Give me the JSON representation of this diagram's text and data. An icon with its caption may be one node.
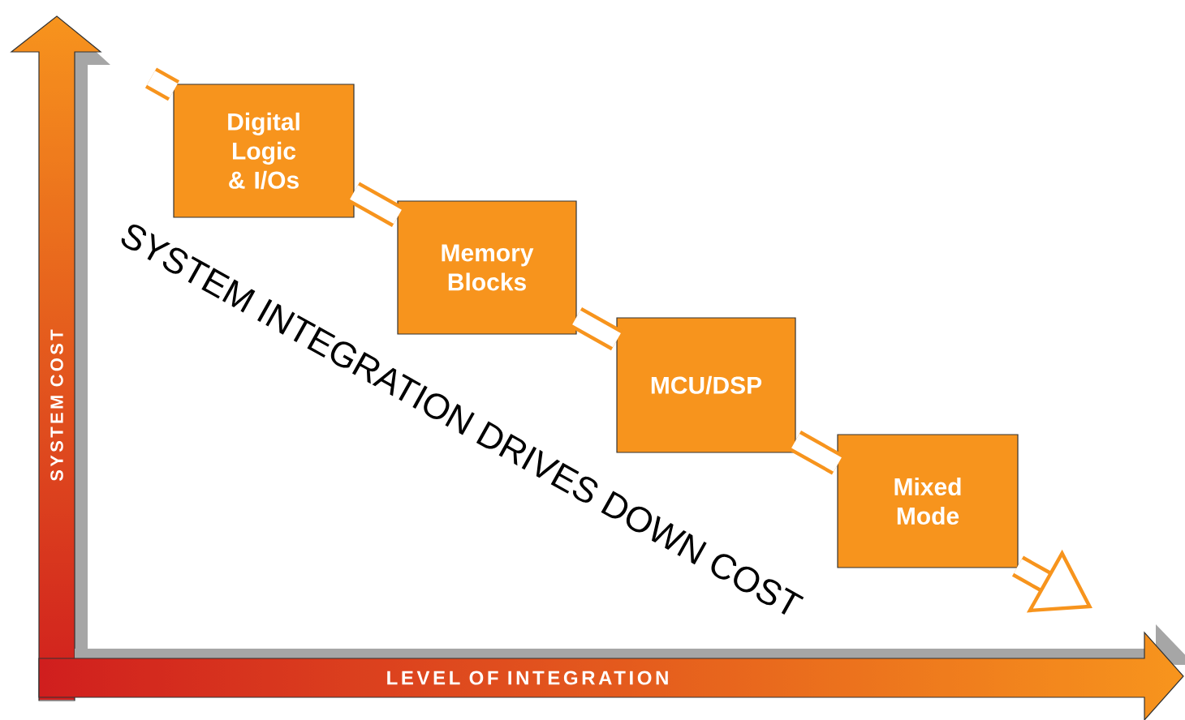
{
  "diagram": {
    "nodes": [
      {
        "text": [
          "Digital Logic & I/Os"
        ]
      },
      {
        "text": [
          "Memory Blocks"
        ]
      },
      {
        "text": [
          "MCU/DSP"
        ]
      },
      {
        "text": [
          "Mixed Mode"
        ]
      }
    ],
    "edges": [
      {
        "from": null,
        "to": 0,
        "arrow": "none"
      },
      {
        "from": 0,
        "to": 1,
        "arrow": "none"
      },
      {
        "from": 1,
        "to": 2,
        "arrow": "none"
      },
      {
        "from": 2,
        "to": 3,
        "arrow": "none"
      },
      {
        "from": 3,
        "to": null,
        "arrow": "to"
      }
    ],
    "labels": [
      "SYSTEM COST",
      "SYSTEM INTEGRATION DRIVES DOWN COST",
      "LEVEL OF INTEGRATION"
    ]
  }
}
